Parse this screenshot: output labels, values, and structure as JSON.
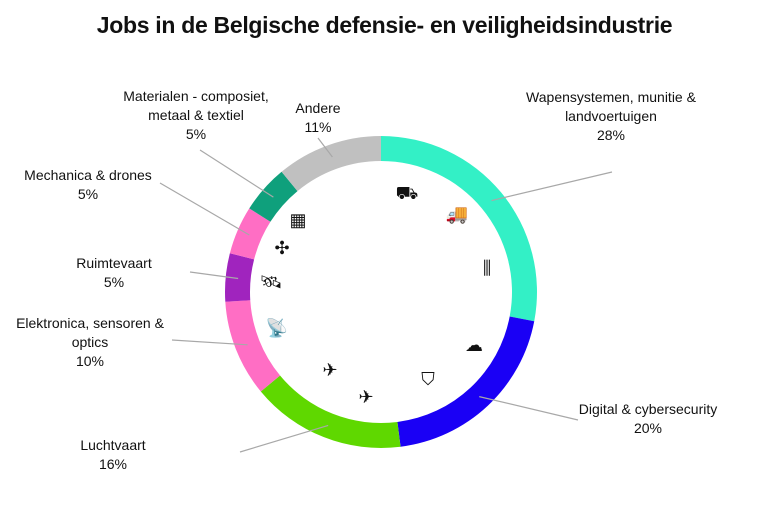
{
  "chart_data": {
    "type": "pie",
    "variant": "donut",
    "title": "Jobs in de Belgische defensie- en veiligheidsindustrie",
    "unit": "%",
    "slices": [
      {
        "label": "Wapensystemen, munitie & landvoertuigen",
        "lines": [
          "Wapensystemen, munitie &",
          "landvoertuigen"
        ],
        "value": 28,
        "value_label": "28%",
        "color": "#33f0c6"
      },
      {
        "label": "Digital & cybersecurity",
        "lines": [
          "Digital & cybersecurity"
        ],
        "value": 20,
        "value_label": "20%",
        "color": "#1a00f5"
      },
      {
        "label": "Luchtvaart",
        "lines": [
          "Luchtvaart"
        ],
        "value": 16,
        "value_label": "16%",
        "color": "#5fd800"
      },
      {
        "label": "Elektronica, sensoren & optics",
        "lines": [
          "Elektronica, sensoren &",
          "optics"
        ],
        "value": 10,
        "value_label": "10%",
        "color": "#ff6ec4"
      },
      {
        "label": "Ruimtevaart",
        "lines": [
          "Ruimtevaart"
        ],
        "value": 5,
        "value_label": "5%",
        "color": "#a024be"
      },
      {
        "label": "Mechanica & drones",
        "lines": [
          "Mechanica & drones"
        ],
        "value": 5,
        "value_label": "5%",
        "color": "#ff6ec4"
      },
      {
        "label": "Materialen - composiet, metaal & textiel",
        "lines": [
          "Materialen - composiet,",
          "metaal & textiel"
        ],
        "value": 5,
        "value_label": "5%",
        "color": "#0fa07c"
      },
      {
        "label": "Andere",
        "lines": [
          "Andere"
        ],
        "value": 11,
        "value_label": "11%",
        "color": "#c0c0c0"
      }
    ],
    "icons": [
      "tank-icon",
      "truck-icon",
      "ammunition-icon",
      "cloud-network-icon",
      "shield-icon",
      "airplane-icon",
      "fighter-jet-icon",
      "radar-icon",
      "satellite-icon",
      "drone-icon",
      "body-armor-icon"
    ],
    "legend": "none"
  }
}
